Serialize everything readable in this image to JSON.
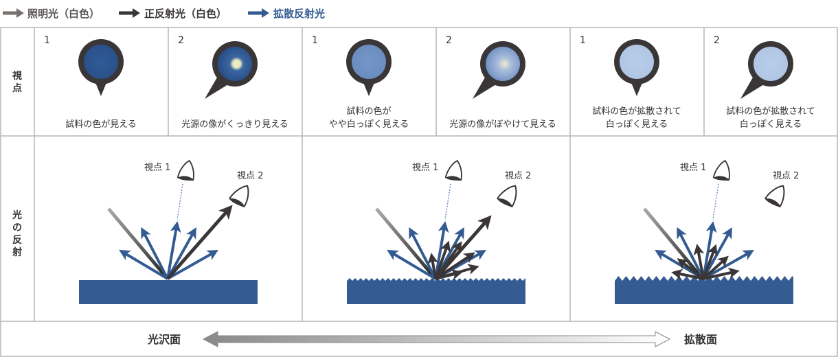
{
  "legend": {
    "illumination": "照明光（白色）",
    "specular": "正反射光（白色）",
    "diffuse": "拡散反射光"
  },
  "rows": {
    "viewpoint": [
      "視",
      "点"
    ],
    "reflection": [
      "光",
      "の",
      "反",
      "射"
    ]
  },
  "cells": [
    {
      "num": "1",
      "caption": [
        "試料の色が見える"
      ]
    },
    {
      "num": "2",
      "caption": [
        "光源の像がくっきり見える"
      ]
    },
    {
      "num": "1",
      "caption": [
        "試料の色が",
        "やや白っぽく見える"
      ]
    },
    {
      "num": "2",
      "caption": [
        "光源の像がぼやけて見える"
      ]
    },
    {
      "num": "1",
      "caption": [
        "試料の色が拡散されて",
        "白っぽく見える"
      ]
    },
    {
      "num": "2",
      "caption": [
        "試料の色が拡散されて",
        "白っぽく見える"
      ]
    }
  ],
  "viewpoint_labels": [
    "視点 1",
    "視点 2"
  ],
  "scale": {
    "left": "光沢面",
    "right": "拡散面"
  },
  "colors": {
    "illumination": "#8a8a8a",
    "specular": "#3a3536",
    "diffuse": "#335b91",
    "surface": "#345b92"
  }
}
